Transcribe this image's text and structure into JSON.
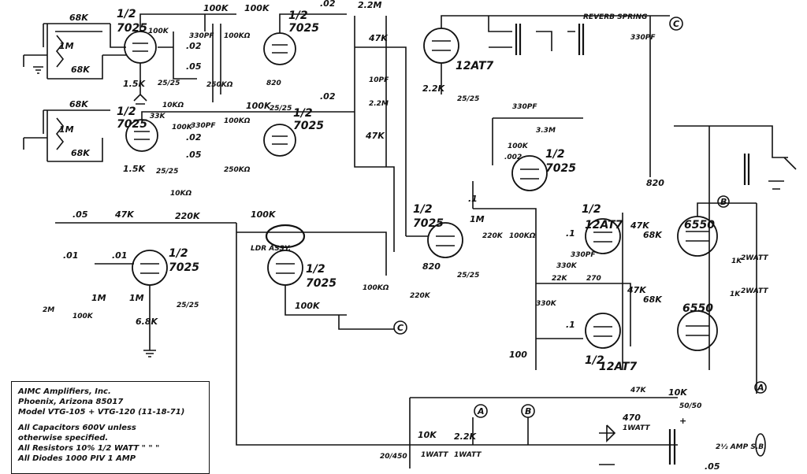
{
  "notes": {
    "company": "AIMC Amplifiers, Inc.",
    "address": "Phoenix, Arizona 85017",
    "model": "Model VTG-105 + VTG-120 (11-18-71)",
    "note1a": "All Capacitors 600V unless",
    "note1b": "otherwise specified.",
    "note2": "All Resistors 10% 1/2 WATT  \"  \"  \"",
    "note3": "All Diodes 1000 PIV 1 AMP"
  },
  "labels": {
    "r_68k": "68K",
    "r_1m": "1M",
    "r_100k": "100K",
    "r_1_5k": "1.5K",
    "r_47k": "47K",
    "r_2_2m": "2.2M",
    "r_2_2k": "2.2K",
    "r_33k": "33K",
    "r_220k": "220K",
    "r_820": "820",
    "r_3_3m": "3.3M",
    "r_6_8k": "6.8K",
    "r_10k": "10K",
    "r_1k": "1K",
    "r_470": "470",
    "r_100": "100",
    "r_330k": "330K",
    "r_22k": "22K",
    "r_270": "270",
    "r_2_2k_1w": "2.2K",
    "pot_100k": "100KΩ",
    "pot_10k": "10KΩ",
    "pot_250k": "250KΩ",
    "pot_2m": "2M",
    "c_02": ".02",
    "c_05": ".05",
    "c_01": ".01",
    "c_1": ".1",
    "c_0_1": ".1",
    "c_002": ".002",
    "c_330pf": "330PF",
    "c_10pf": "10PF",
    "c_25_25": "25/25",
    "c_20_450": "20/450",
    "c_50_50": "50/50",
    "c_330pf_2": "330PF",
    "reverb_spring": "REVERB SPRING",
    "ldr_assy": "LDR ASSY.",
    "one_watt": "1WATT",
    "two_watt": "2WATT",
    "amp_sb": "2½ AMP S.B.",
    "tube_half": "1/2",
    "tube_7025": "7025",
    "tube_12at7": "12AT7",
    "tube_6550": "6550",
    "node_a": "A",
    "node_b": "B",
    "node_c": "C",
    "plus": "+",
    "c_05_b": ".05"
  }
}
